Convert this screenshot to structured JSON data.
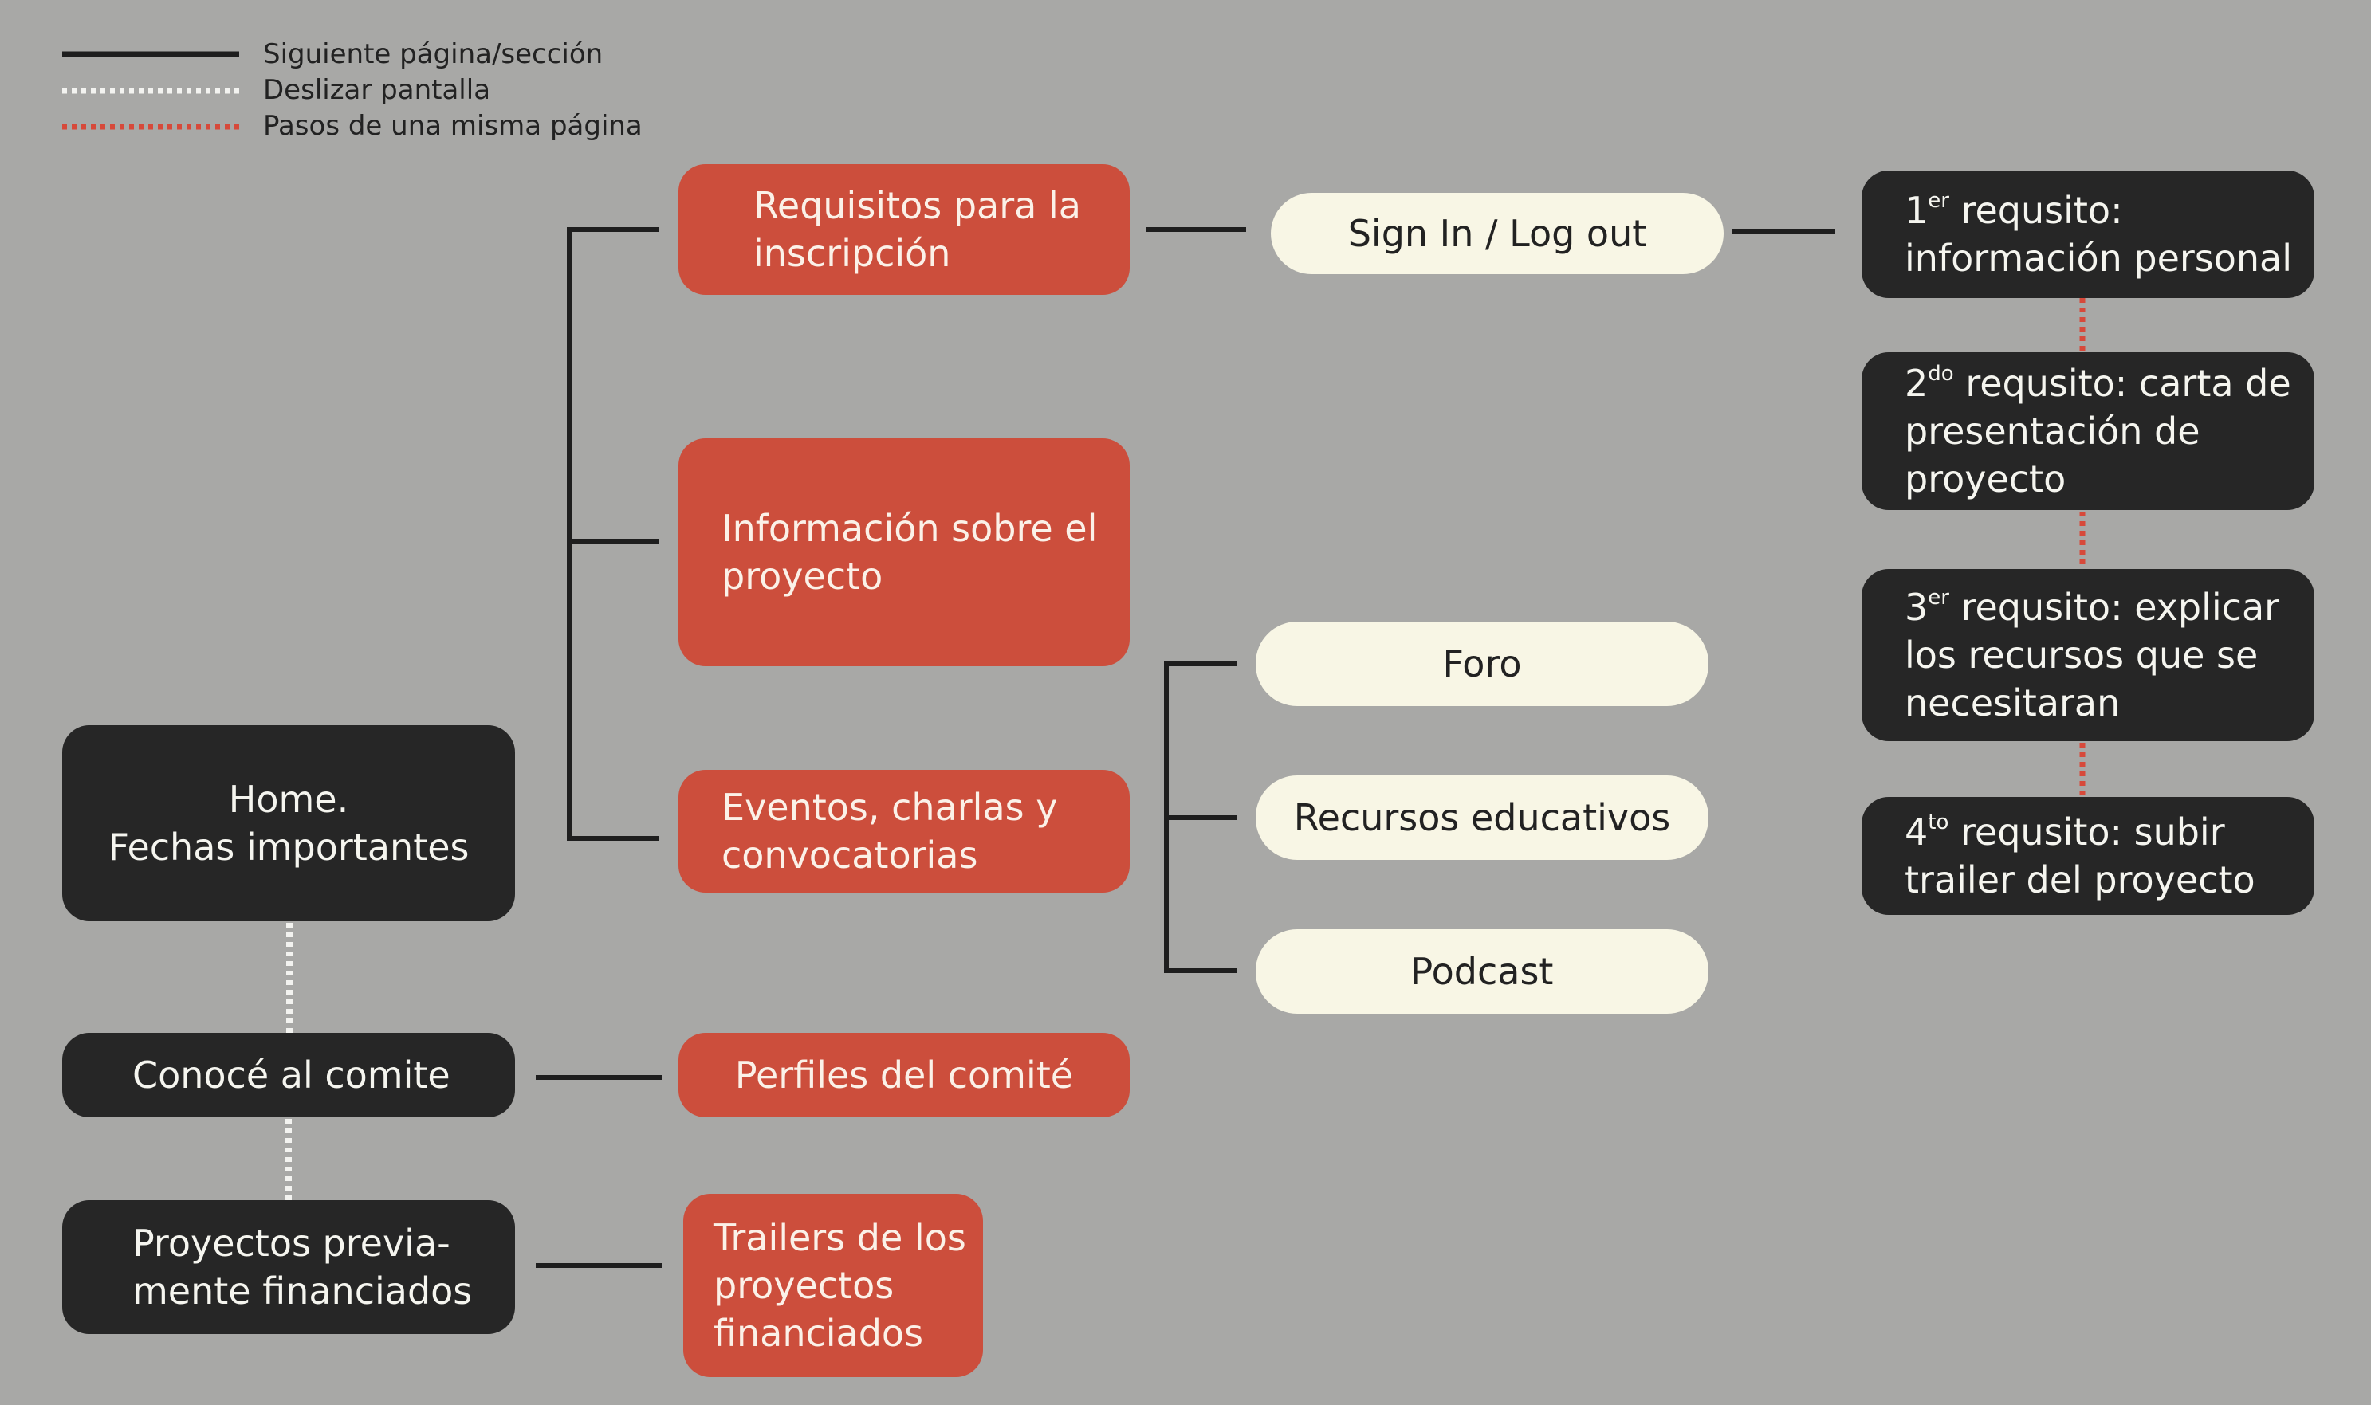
{
  "legend": [
    {
      "label": "Siguiente página/sección",
      "style": "solid",
      "color": "#1e1e1e"
    },
    {
      "label": "Deslizar pantalla",
      "style": "dotted",
      "color": "#f3f3f0"
    },
    {
      "label": "Pasos de una misma página",
      "style": "dotted",
      "color": "#d7493a"
    }
  ],
  "colors": {
    "background": "#a8a8a6",
    "dark": "#262626",
    "red": "#cc4e3c",
    "cream": "#f8f6e5"
  },
  "nodes": {
    "home": "Home.\nFechas importantes",
    "conoce": "Conocé al comite",
    "proyectos_prev": "Proyectos previa-\nmente financiados",
    "requisitos": "Requisitos para la\ninscripción",
    "informacion": "Información sobre el\nproyecto",
    "eventos": "Eventos, charlas y\nconvocatorias",
    "perfiles": "Perfiles del comité",
    "trailers": "Trailers de los\nproyectos\nfinanciados",
    "signin": "Sign In / Log out",
    "foro": "Foro",
    "recursos": "Recursos educativos",
    "podcast": "Podcast"
  },
  "requisitos_steps": [
    {
      "num": "1",
      "sup": "er",
      "first": " requsito:",
      "rest": "información personal"
    },
    {
      "num": "2",
      "sup": "do",
      "first": " requsito: carta de",
      "rest": "presentación de\nproyecto"
    },
    {
      "num": "3",
      "sup": "er",
      "first": " requsito: explicar",
      "rest": "los recursos que se\nnecesitaran"
    },
    {
      "num": "4",
      "sup": "to",
      "first": " requsito: subir",
      "rest": "trailer del proyecto"
    }
  ]
}
